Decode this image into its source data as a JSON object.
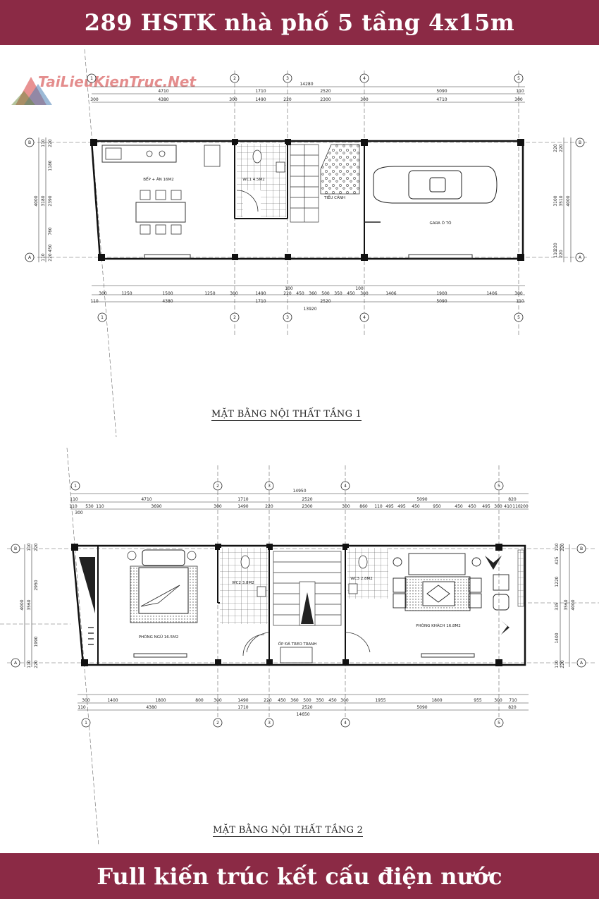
{
  "header": {
    "title": "289 HSTK nhà phố 5 tầng 4x15m"
  },
  "footer": {
    "title": "Full kiến trúc kết cấu điện nước"
  },
  "watermark": {
    "text": "TaiLieuKienTruc.Net"
  },
  "floor1": {
    "caption": "MẶT BẰNG NỘI THẤT TẦNG 1",
    "rooms": {
      "kitchen": "BẾP + ĂN 16M2",
      "wc": "WC1 4.5M2",
      "garden": "TIỂU CẢNH",
      "garage": "GARA Ô TÔ"
    },
    "axes": [
      "1",
      "2",
      "3",
      "4",
      "5"
    ],
    "rows": [
      "B",
      "A"
    ],
    "dims": {
      "top_total": "14280",
      "top_mid": [
        "4710",
        "1710",
        "2520",
        "5090",
        "110"
      ],
      "top_inner": [
        "300",
        "4380",
        "300",
        "1490",
        "220",
        "2300",
        "300",
        "4710",
        "300"
      ],
      "bottom_inner": [
        "300",
        "1250",
        "1500",
        "1250",
        "300",
        "1490",
        "220",
        "450",
        "360",
        "500",
        "350",
        "450",
        "300",
        "1406",
        "1900",
        "1406",
        "300"
      ],
      "bottom_mid": [
        "110",
        "4380",
        "1710",
        "2520",
        "5090",
        "110"
      ],
      "bottom_top": [
        "100",
        "100"
      ],
      "bottom_total": "13920",
      "left": [
        "4000",
        "110",
        "220",
        "1180",
        "3180",
        "2390",
        "760",
        "450",
        "220",
        "110"
      ],
      "right": [
        "4000",
        "3100",
        "3510",
        "220",
        "220",
        "110",
        "220",
        "220"
      ]
    }
  },
  "floor2": {
    "caption": "MẶT BẰNG NỘI THẤT TẦNG 2",
    "rooms": {
      "bedroom": "PHÒNG NGỦ 16.5M2",
      "wc2": "WC2 3.8M2",
      "wc3": "WC3 2.8M2",
      "living": "PHÒNG KHÁCH 16.8M2",
      "stair_wall": "ỐP ĐÁ TREO TRANH"
    },
    "axes": [
      "1",
      "2",
      "3",
      "4",
      "5"
    ],
    "rows": [
      "B",
      "A"
    ],
    "dims": {
      "top_total": "14950",
      "top_mid": [
        "110",
        "4710",
        "1710",
        "2520",
        "5090",
        "820"
      ],
      "top_inner": [
        "110",
        "300",
        "530",
        "110",
        "3690",
        "300",
        "1490",
        "220",
        "2300",
        "300",
        "860",
        "110",
        "495",
        "495",
        "450",
        "950",
        "450",
        "450",
        "495",
        "300",
        "410",
        "110",
        "200"
      ],
      "bottom_inner": [
        "300",
        "1400",
        "1800",
        "800",
        "300",
        "1490",
        "220",
        "450",
        "360",
        "500",
        "350",
        "450",
        "300",
        "1955",
        "1800",
        "955",
        "300",
        "710"
      ],
      "bottom_mid": [
        "110",
        "4380",
        "1710",
        "2520",
        "5090",
        "820"
      ],
      "bottom_total": "14650",
      "left": [
        "4000",
        "3560",
        "2950",
        "1990",
        "110",
        "220",
        "110",
        "220"
      ],
      "right": [
        "4000",
        "3560",
        "1220",
        "425",
        "1400",
        "335",
        "110",
        "220",
        "110",
        "220"
      ]
    }
  }
}
